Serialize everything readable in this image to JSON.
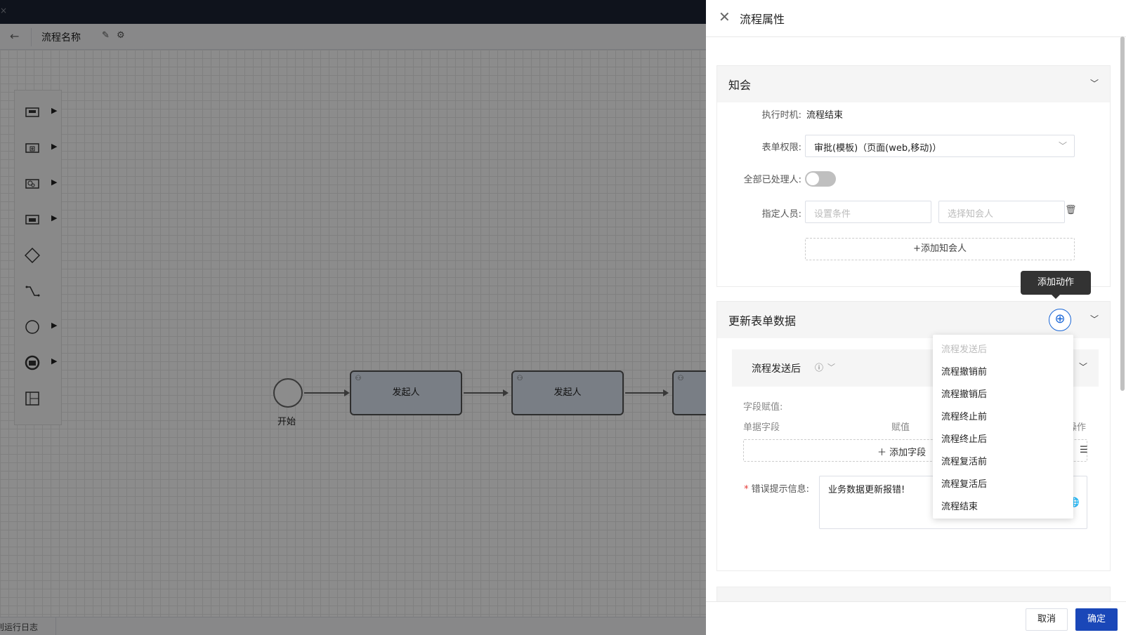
{
  "toolbar": {
    "title": "流程名称"
  },
  "palette": {
    "items": [
      "task-icon",
      "subprocess-icon",
      "service-icon",
      "data-icon",
      "gateway-icon",
      "connector-icon",
      "event-icon",
      "message-icon",
      "lane-icon"
    ]
  },
  "diagram": {
    "start_label": "开始",
    "tasks": [
      "发起人",
      "发起人"
    ]
  },
  "footer": {
    "log_label": "则运行日志"
  },
  "drawer": {
    "title": "流程属性",
    "section1": {
      "title": "知会",
      "exec_time_label": "执行时机:",
      "exec_time_value": "流程结束",
      "form_perm_label": "表单权限:",
      "form_perm_value": "审批(模板)（页面(web,移动)）",
      "all_handlers_label": "全部已处理人:",
      "assignee_label": "指定人员:",
      "condition_placeholder": "设置条件",
      "notify_placeholder": "选择知会人",
      "add_notify": "+添加知会人"
    },
    "tooltip": "添加动作",
    "section2": {
      "title": "更新表单数据",
      "subpanel_title": "流程发送后",
      "field_assign_label": "字段赋值:",
      "col_field": "单据字段",
      "col_value": "赋值",
      "col_action": "操作",
      "add_field": "添加字段",
      "error_label": "错误提示信息:",
      "error_value": "业务数据更新报错!"
    },
    "dropdown": {
      "items": [
        {
          "label": "流程发送后",
          "disabled": true
        },
        {
          "label": "流程撤销前",
          "disabled": false
        },
        {
          "label": "流程撤销后",
          "disabled": false
        },
        {
          "label": "流程终止前",
          "disabled": false
        },
        {
          "label": "流程终止后",
          "disabled": false
        },
        {
          "label": "流程复活前",
          "disabled": false
        },
        {
          "label": "流程复活后",
          "disabled": false
        },
        {
          "label": "流程结束",
          "disabled": false
        }
      ]
    },
    "footer": {
      "cancel": "取消",
      "ok": "确定"
    }
  }
}
